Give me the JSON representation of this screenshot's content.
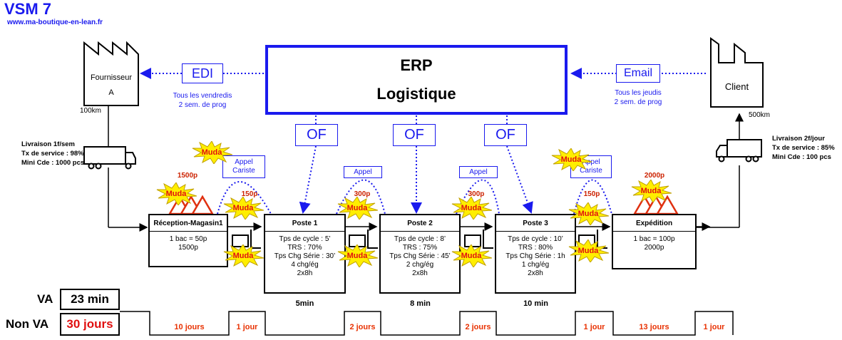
{
  "header": {
    "title": "VSM 7",
    "website": "www.ma-boutique-en-lean.fr"
  },
  "erp": {
    "line1": "ERP",
    "line2": "Logistique"
  },
  "supplier": {
    "name": "Fournisseur",
    "sub": "A",
    "distance": "100km"
  },
  "client": {
    "name": "Client",
    "distance": "500km"
  },
  "edi": {
    "label": "EDI",
    "note1": "Tous les vendredis",
    "note2": "2 sem. de prog"
  },
  "email": {
    "label": "Email",
    "note1": "Tous les jeudis",
    "note2": "2 sem. de prog"
  },
  "of_label": "OF",
  "supplier_delivery": {
    "line1": "Livraison 1f/sem",
    "line2": "Tx de service : 98%",
    "line3": "Mini Cde : 1000 pcs"
  },
  "client_delivery": {
    "line1": "Livraison 2f/jour",
    "line2": "Tx de service : 85%",
    "line3": "Mini Cde : 100 pcs"
  },
  "signals": {
    "appel_cariste": [
      "Appel",
      "Cariste"
    ],
    "appel": "Appel"
  },
  "muda_label": "Muda",
  "stocks": {
    "reception": "1500p",
    "s1": "150p",
    "s2": "300p",
    "s3": "300p",
    "s4": "150p",
    "expedition": "2000p"
  },
  "processes": [
    {
      "name": "Réception-Magasin1",
      "lines": [
        "1 bac = 50p",
        "1500p"
      ]
    },
    {
      "name": "Poste 1",
      "lines": [
        "Tps de cycle : 5’",
        "TRS : 70%",
        "Tps Chg Série : 30’",
        "4 chg/ég",
        "2x8h"
      ]
    },
    {
      "name": "Poste 2",
      "lines": [
        "Tps de cycle : 8’",
        "TRS : 75%",
        "Tps Chg Série : 45’",
        "2 chg/ég",
        "2x8h"
      ]
    },
    {
      "name": "Poste 3",
      "lines": [
        "Tps de cycle : 10’",
        "TRS : 80%",
        "Tps Chg Série : 1h",
        "1 chg/ég",
        "2x8h"
      ]
    },
    {
      "name": "Expédition",
      "lines": [
        "1 bac = 100p",
        "2000p"
      ]
    }
  ],
  "timeline": {
    "va_label": "VA",
    "va_value": "23 min",
    "nva_label": "Non VA",
    "nva_value": "30 jours",
    "process_times": [
      "5min",
      "8 min",
      "10 min"
    ],
    "waits": [
      "10 jours",
      "1 jour",
      "2 jours",
      "2 jours",
      "1 jour",
      "13 jours",
      "1 jour"
    ]
  },
  "colors": {
    "blue": "#1a1aee",
    "red": "#e01010",
    "burst": "#ffee00",
    "stock": "#e03010"
  }
}
